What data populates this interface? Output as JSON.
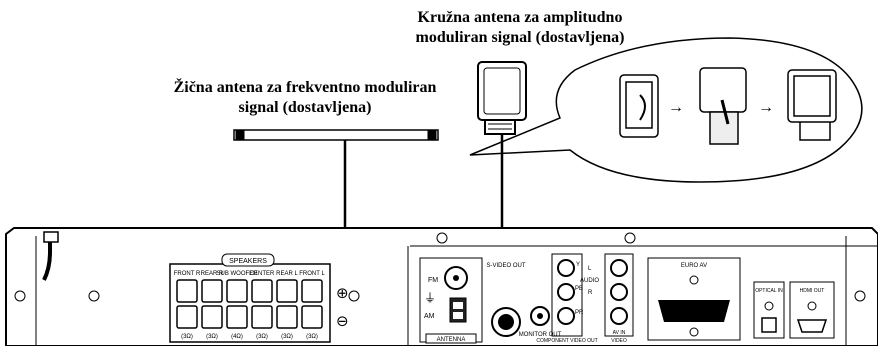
{
  "captions": {
    "am_antenna_line1": "Kružna antena za amplitudno",
    "am_antenna_line2": "moduliran signal (dostavljena)",
    "fm_antenna_line1": "Žična antena za frekventno moduliran",
    "fm_antenna_line2": "signal (dostavljena)"
  },
  "panel": {
    "speakers_title": "SPEAKERS",
    "speaker_labels": [
      "FRONT R",
      "REAR R",
      "SUB WOOFER",
      "CENTER",
      "REAR L",
      "FRONT L"
    ],
    "speaker_impedance": [
      "(3Ω)",
      "(3Ω)",
      "(4Ω)",
      "(3Ω)",
      "(3Ω)",
      "(3Ω)"
    ],
    "plus_symbol": "⊕",
    "minus_symbol": "⊖",
    "fm_label": "FM",
    "am_label": "AM",
    "antenna_label": "ANTENNA",
    "svideo_label": "S-VIDEO OUT",
    "monitor_out_label": "MONITOR OUT",
    "component_label": "COMPONENT VIDEO OUT",
    "component_y": "Y",
    "component_pb": "PB",
    "component_pr": "PR",
    "audio_label": "AUDIO",
    "audio_l": "L",
    "audio_r": "R",
    "av_in_label": "AV IN",
    "video_label": "VIDEO",
    "euro_av_label": "EURO AV",
    "optical_in_label": "OPTICAL IN",
    "hdmi_out_label": "HDMI OUT"
  }
}
